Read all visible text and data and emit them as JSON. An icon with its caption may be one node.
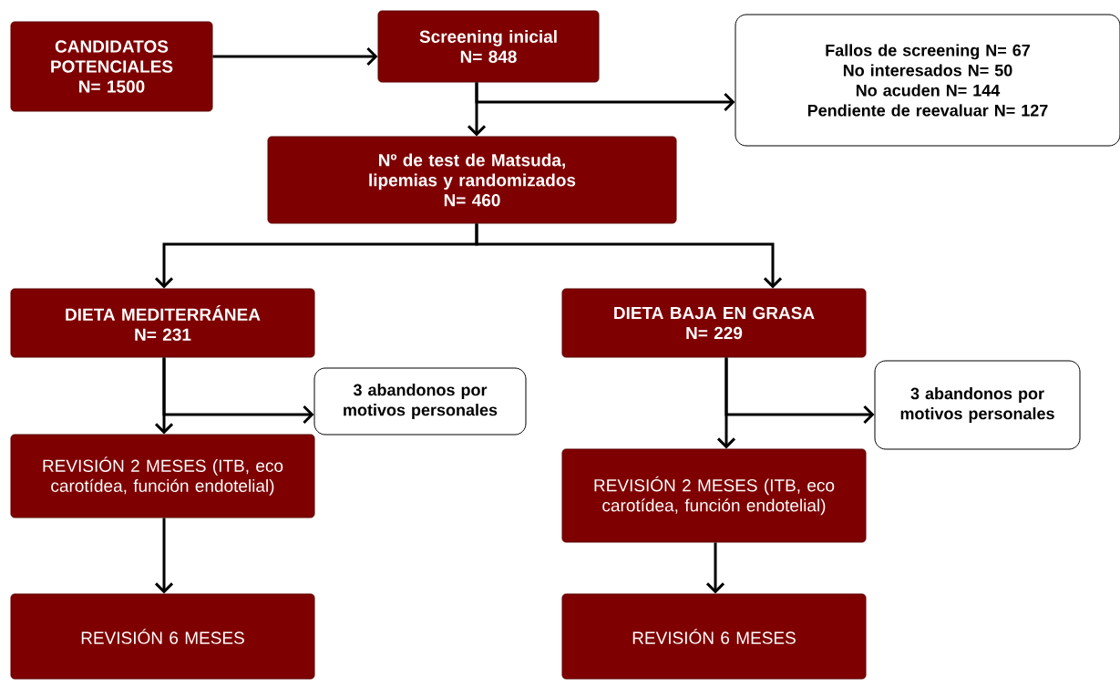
{
  "diagram": {
    "nodes": [
      {
        "text": [
          "CANDIDATOS POTENCIALES",
          "N= 1500"
        ]
      },
      {
        "text": [
          "Screening inicial",
          "N= 848"
        ]
      },
      {
        "text": [
          "Fallos de screening N= 67",
          "No interesados N= 50",
          "No acuden N= 144",
          "Pendiente de reevaluar N= 127"
        ]
      },
      {
        "text": [
          "Nº de test de Matsuda, lipemias y randomizados",
          "N= 460"
        ]
      },
      {
        "text": [
          "DIETA MEDITERRÁNEA",
          "N= 231"
        ]
      },
      {
        "text": [
          "DIETA BAJA EN GRASA",
          "N= 229"
        ]
      },
      {
        "text": [
          "3 abandonos por motivos personales"
        ]
      },
      {
        "text": [
          "REVISIÓN 2 MESES (ITB, eco carotídea, función endotelial)"
        ]
      },
      {
        "text": [
          "3 abandonos por motivos personales"
        ]
      },
      {
        "text": [
          "REVISIÓN 2 MESES (ITB, eco carotídea, función endotelial)"
        ]
      },
      {
        "text": [
          "REVISIÓN 6 MESES"
        ]
      },
      {
        "text": [
          "REVISIÓN 6 MESES"
        ]
      }
    ],
    "edges": [
      {
        "from": 0,
        "to": 1,
        "arrow": "to"
      },
      {
        "from": 1,
        "to": 3,
        "arrow": "to"
      },
      {
        "from": 1,
        "to": 2,
        "arrow": "to"
      },
      {
        "from": 3,
        "to": 4,
        "arrow": "to"
      },
      {
        "from": 3,
        "to": 5,
        "arrow": "to"
      },
      {
        "from": 4,
        "to": 7,
        "arrow": "to"
      },
      {
        "from": 4,
        "to": 6,
        "arrow": "to"
      },
      {
        "from": 5,
        "to": 9,
        "arrow": "to"
      },
      {
        "from": 5,
        "to": 8,
        "arrow": "to"
      },
      {
        "from": 7,
        "to": 10,
        "arrow": "to"
      },
      {
        "from": 9,
        "to": 11,
        "arrow": "to"
      }
    ]
  }
}
